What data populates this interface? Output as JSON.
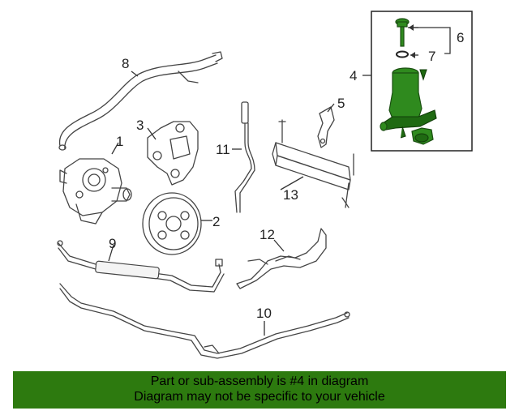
{
  "callouts": {
    "c1": "1",
    "c2": "2",
    "c3": "3",
    "c4": "4",
    "c5": "5",
    "c6": "6",
    "c7": "7",
    "c8": "8",
    "c9": "9",
    "c10": "10",
    "c11": "11",
    "c12": "12",
    "c13": "13"
  },
  "highlight_color": "#2f8a1e",
  "banner": {
    "line1": "Part or sub-assembly is #4 in diagram",
    "line2": "Diagram may not be specific to your vehicle",
    "background": "#2d7a0f"
  }
}
